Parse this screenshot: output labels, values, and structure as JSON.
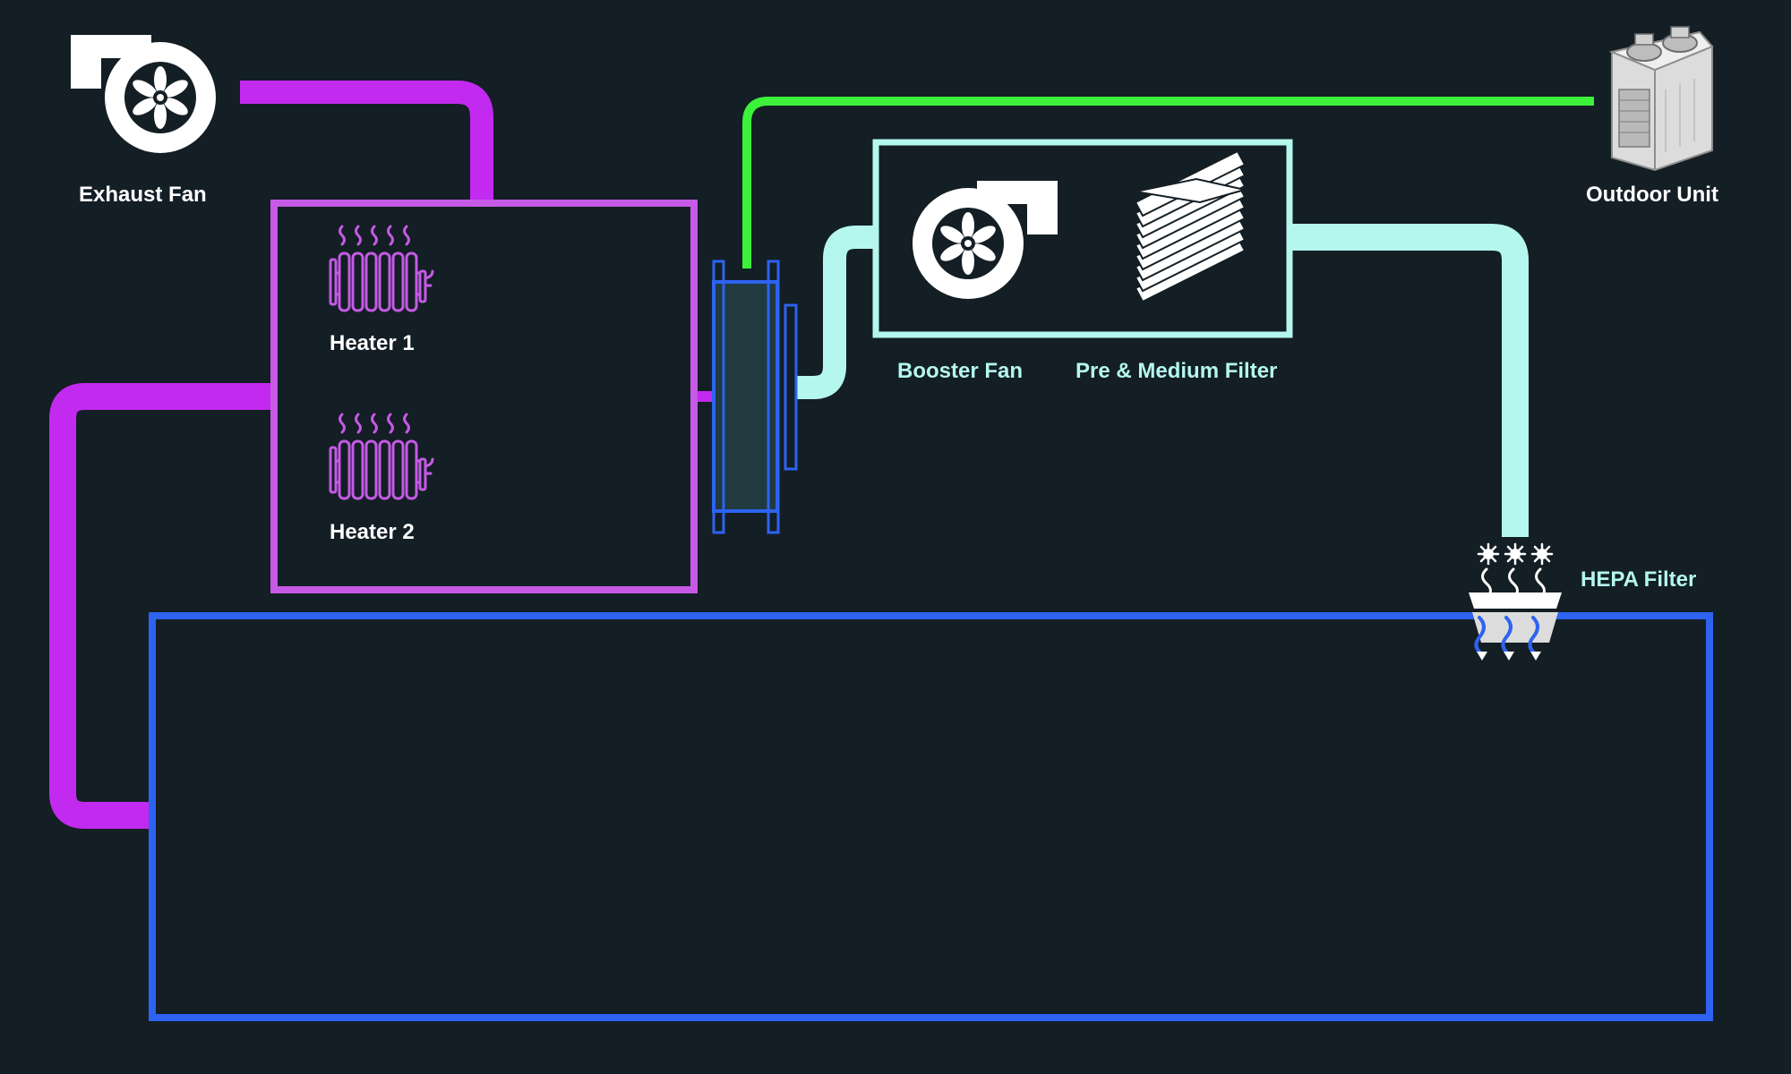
{
  "colors": {
    "background": "#141e25",
    "exhaust_duct": "#c22af0",
    "heater_box": "#c65ae6",
    "heater_icon": "#c65ae6",
    "supply_duct": "#b4f7ee",
    "refrigerant_line": "#3df23a",
    "room_outline": "#2d63f0",
    "icon_white": "#ffffff"
  },
  "components": {
    "exhaust_fan": {
      "label": "Exhaust Fan",
      "icon": "blower-fan-icon"
    },
    "outdoor_unit": {
      "label": "Outdoor Unit",
      "icon": "outdoor-condenser-icon"
    },
    "heater_1": {
      "label": "Heater 1",
      "icon": "radiator-heater-icon"
    },
    "heater_2": {
      "label": "Heater 2",
      "icon": "radiator-heater-icon"
    },
    "booster_fan": {
      "label": "Booster Fan",
      "icon": "blower-fan-icon"
    },
    "pre_medium_filter": {
      "label": "Pre & Medium Filter",
      "icon": "filter-stack-icon"
    },
    "hepa_filter": {
      "label": "HEPA Filter",
      "icon": "hepa-diffuser-icon"
    },
    "heat_exchanger": {
      "icon": "heat-exchanger-coil-icon"
    },
    "clean_room": {
      "icon": "room-outline"
    }
  }
}
